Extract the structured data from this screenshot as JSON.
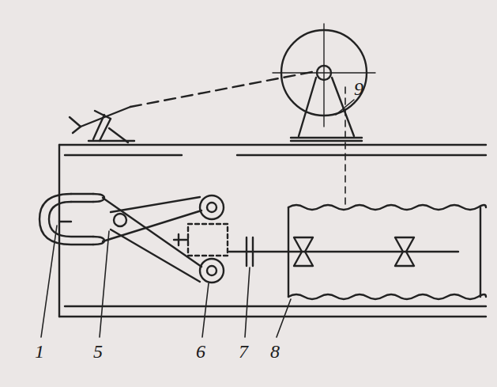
{
  "diagram": {
    "labels": [
      "1",
      "5",
      "6",
      "7",
      "8",
      "9"
    ]
  }
}
